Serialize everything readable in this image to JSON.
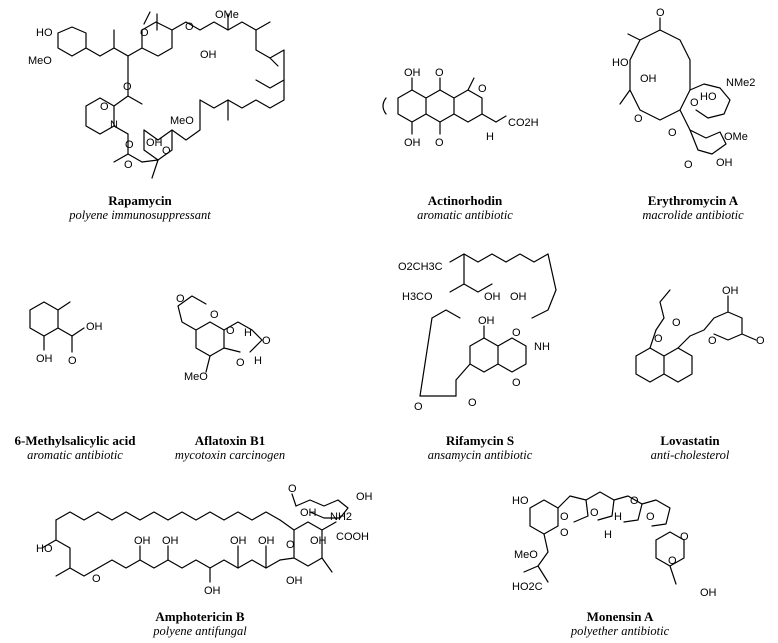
{
  "compounds": [
    {
      "name": "Rapamycin",
      "class": "polyene immunosuppressant"
    },
    {
      "name": "Actinorhodin",
      "class": "aromatic antibiotic"
    },
    {
      "name": "Erythromycin A",
      "class": "macrolide antibiotic"
    },
    {
      "name": "6-Methylsalicylic acid",
      "class": "aromatic antibiotic"
    },
    {
      "name": "Aflatoxin B1",
      "class": "mycotoxin carcinogen"
    },
    {
      "name": "Rifamycin S",
      "class": "ansamycin antibiotic"
    },
    {
      "name": "Lovastatin",
      "class": "anti-cholesterol"
    },
    {
      "name": "Amphotericin B",
      "class": "polyene antifungal"
    },
    {
      "name": "Monensin A",
      "class": "polyether antibiotic"
    }
  ],
  "atom_labels": {
    "rapamycin": [
      "HO",
      "MeO",
      "OMe",
      "OH",
      "O",
      "O",
      "N",
      "O",
      "O",
      "O",
      "MeO",
      "OH",
      "O",
      "O"
    ],
    "actinorhodin": [
      "OH",
      "O",
      "OH",
      "O",
      "O",
      "CO2H",
      "H"
    ],
    "erythromycin": [
      "O",
      "HO",
      "OH",
      "HO",
      "NMe2",
      "O",
      "O",
      "O",
      "O",
      "OMe",
      "OH"
    ],
    "methylsalicylic": [
      "OH",
      "O",
      "OH"
    ],
    "aflatoxin": [
      "O",
      "O",
      "O",
      "H",
      "O",
      "O",
      "H",
      "MeO"
    ],
    "rifamycin": [
      "O2CH3C",
      "H3CO",
      "OH",
      "OH",
      "OH",
      "O",
      "NH",
      "O",
      "O",
      "O"
    ],
    "lovastatin": [
      "OH",
      "O",
      "O",
      "O",
      "O"
    ],
    "amphotericin": [
      "O",
      "OH",
      "NH2",
      "OH",
      "HO",
      "COOH",
      "O",
      "OH",
      "OH",
      "OH",
      "OH",
      "OH",
      "O",
      "OH",
      "OH"
    ],
    "monensin": [
      "HO",
      "O",
      "O",
      "O",
      "O",
      "H",
      "O",
      "MeO",
      "HO2C",
      "OH",
      "O",
      "O",
      "H"
    ]
  }
}
